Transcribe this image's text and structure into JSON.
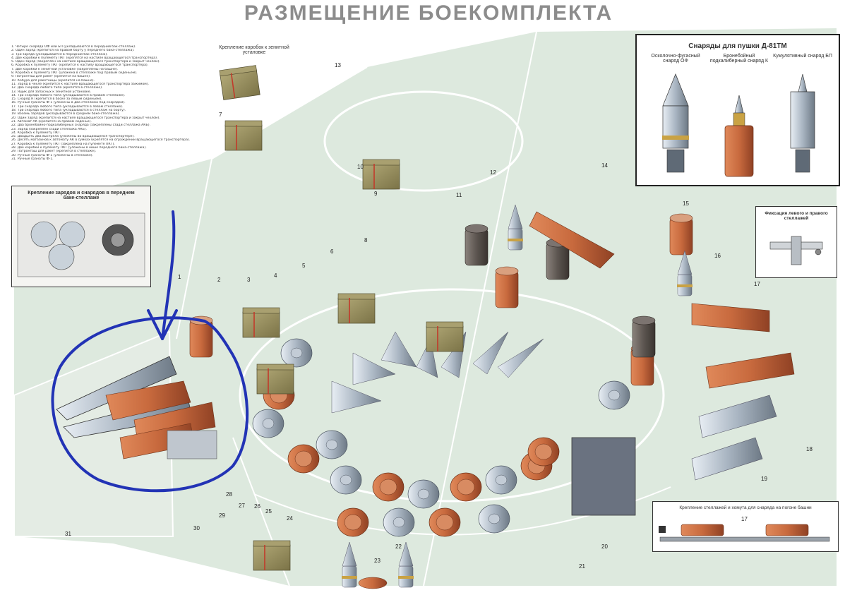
{
  "title": "РАЗМЕЩЕНИЕ БОЕКОМПЛЕКТА",
  "legend": [
    "1. Четыре снаряда ОФ или БП (укладываются в передний бак-стеллаж).",
    "2. Один заряд (крепится на правом борту у переднего бака-стеллажа).",
    "3. Три заряда (укладываются в передний бак-стеллаж).",
    "4. Две коробки к пулемету ПКТ (крепятся на настиле вращающегося транспортера).",
    "5. Один заряд (закреплен на настиле вращающегося транспортера и закрыт чехлом).",
    "6. Коробка к пулемету ПКТ (крепится к настилу вращающегося транспортера).",
    "7. Две коробки к зенитной установке (закреплены на башне).",
    "8. Коробка к пулемету ПКТ (уложена в стеллаже под правым сиденьем).",
    "9. Патронташ для ракет (крепится на башне).",
    "10. Кобура для ракетницы (крепится на башне).",
    "11. Заряд в чехле (крепится к настиле вращающегося транспортера зажимом).",
    "12. Два снаряда любого типа (крепятся в стеллаже).",
    "13. Ящик для запасных к зенитной установке.",
    "14. Три снаряда любого типа (укладываются в правом стеллаже).",
    "15. Снаряд К (крепится в баске за левым сиденьем).",
    "16. Ручные гранаты Ф-1 (уложены в два стеллажа под снарядом).",
    "17. Три снаряда любого типа (укладываются в левом стеллаже).",
    "18. Три снаряда любого типа (укладываются в стеллаж на борту).",
    "19. Восемь зарядов (укладываются в среднем баке-стеллаже).",
    "20. Один заряд (крепится на настиле вращающегося транспортера и закрыт чехлом).",
    "21. Автомат АК (крепится на правом сиденье).",
    "22. Два бронебойно-подкалиберных снаряда (закреплены сзади стеллажа АКБ).",
    "23. Заряд (закреплен сзади стеллажа АКБ).",
    "24. Коробка к пулемету ПКТ.",
    "25. Двадцать два выстрела (уложены во вращающемся транспортере).",
    "26. Десять магазинов к автомату АК в сумках (крепятся на ограждении вращающегося транспортера).",
    "27. Коробка к пулемету ПКТ (закреплена на пулемете ПКТ).",
    "28. Две коробки к пулемету ПКТ (уложены в нише переднего бака-стеллажа).",
    "29. Патронташ для ракет (крепится в стеллаже).",
    "30. Ручные гранаты Ф-1 (уложены в стеллаже).",
    "31. Ручные гранаты Ф-1."
  ],
  "boxes": {
    "zenith": "Крепление коробок к зенитной установке",
    "front_rack": "Крепление зарядов и снарядов в переднем баке-стеллаже",
    "shells_title": "Снаряды для пушки Д-81ТМ",
    "shell_of": "Осколочно-фугасный снаряд ОФ",
    "shell_bp_sub": "Бронебойный подкалиберный снаряд К",
    "shell_bp_cum": "Кумулятивный снаряд БП",
    "side_fix": "Фиксация левого и правого стеллажей",
    "ring_fix": "Крепление стеллажей и хомута для снаряда на погоне башни",
    "ring_num": "17"
  },
  "callouts": [
    "1",
    "2",
    "3",
    "4",
    "5",
    "6",
    "7",
    "8",
    "9",
    "10",
    "11",
    "12",
    "13",
    "14",
    "15",
    "16",
    "17",
    "18",
    "19",
    "20",
    "21",
    "22",
    "23",
    "24",
    "25",
    "26",
    "27",
    "28",
    "29",
    "30",
    "31"
  ],
  "colors": {
    "hull": "#dde9de",
    "hull_line": "#ffffff",
    "shell_orange": "#c86a3e",
    "shell_steel": "#a9b5c2",
    "charge_dark": "#5c5550",
    "box_khaki": "#8f8758",
    "annotation_blue": "#2233b5"
  }
}
